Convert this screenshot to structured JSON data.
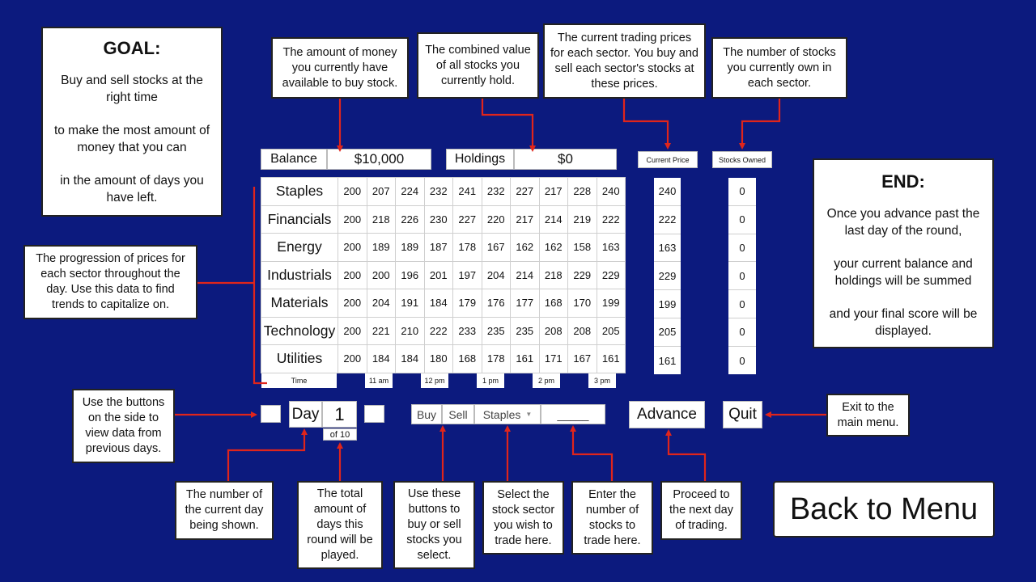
{
  "goal": {
    "title": "GOAL:",
    "lines": [
      "Buy and sell stocks at the right time",
      "to make the most amount of money that you can",
      "in the amount of days you have left."
    ]
  },
  "end": {
    "title": "END:",
    "lines": [
      "Once you advance past the last day of the round,",
      "your current balance and holdings will be summed",
      "and your final score will be displayed."
    ]
  },
  "notes": {
    "balance": "The amount of money you currently have available to buy stock.",
    "holdings": "The combined value of all stocks you currently hold.",
    "current_price": "The current trading prices for each sector. You buy and sell each sector's stocks at these prices.",
    "stocks_owned": "The number of stocks you currently own in each sector.",
    "progression": "The progression of prices for each sector throughout the day. Use this data to find trends to capitalize on.",
    "side_buttons": "Use the buttons on the side to view data from previous days.",
    "day_number": "The number of the current day being shown.",
    "total_days": "The total amount of days this round will be played.",
    "buy_sell": "Use these buttons to buy or sell stocks you select.",
    "sector_select": "Select the stock sector you wish to trade here.",
    "quantity": "Enter the number of stocks to trade here.",
    "advance": "Proceed to the next day of trading.",
    "quit": "Exit to the main menu."
  },
  "status": {
    "balance_label": "Balance",
    "balance_value": "$10,000",
    "holdings_label": "Holdings",
    "holdings_value": "$0"
  },
  "headers": {
    "current_price": "Current Price",
    "stocks_owned": "Stocks Owned"
  },
  "sectors": [
    {
      "name": "Staples",
      "prices": [
        200,
        207,
        224,
        232,
        241,
        232,
        227,
        217,
        228,
        240
      ],
      "current_price": 240,
      "owned": 0
    },
    {
      "name": "Financials",
      "prices": [
        200,
        218,
        226,
        230,
        227,
        220,
        217,
        214,
        219,
        222
      ],
      "current_price": 222,
      "owned": 0
    },
    {
      "name": "Energy",
      "prices": [
        200,
        189,
        189,
        187,
        178,
        167,
        162,
        162,
        158,
        163
      ],
      "current_price": 163,
      "owned": 0
    },
    {
      "name": "Industrials",
      "prices": [
        200,
        200,
        196,
        201,
        197,
        204,
        214,
        218,
        229,
        229
      ],
      "current_price": 229,
      "owned": 0
    },
    {
      "name": "Materials",
      "prices": [
        200,
        204,
        191,
        184,
        179,
        176,
        177,
        168,
        170,
        199
      ],
      "current_price": 199,
      "owned": 0
    },
    {
      "name": "Technology",
      "prices": [
        200,
        221,
        210,
        222,
        233,
        235,
        235,
        208,
        208,
        205
      ],
      "current_price": 205,
      "owned": 0
    },
    {
      "name": "Utilities",
      "prices": [
        200,
        184,
        184,
        180,
        168,
        178,
        161,
        171,
        167,
        161
      ],
      "current_price": 161,
      "owned": 0
    }
  ],
  "time_axis": {
    "label": "Time",
    "ticks": [
      "11 am",
      "12 pm",
      "1 pm",
      "2 pm",
      "3 pm"
    ]
  },
  "day": {
    "label": "Day",
    "value": "1",
    "total": "of 10"
  },
  "trade": {
    "buy_label": "Buy",
    "sell_label": "Sell",
    "sector_value": "Staples",
    "quantity_value": "_____"
  },
  "buttons": {
    "advance": "Advance",
    "quit": "Quit",
    "back_to_menu": "Back to Menu"
  },
  "colors": {
    "background": "#0c1a7e",
    "arrow": "#e0251b"
  }
}
